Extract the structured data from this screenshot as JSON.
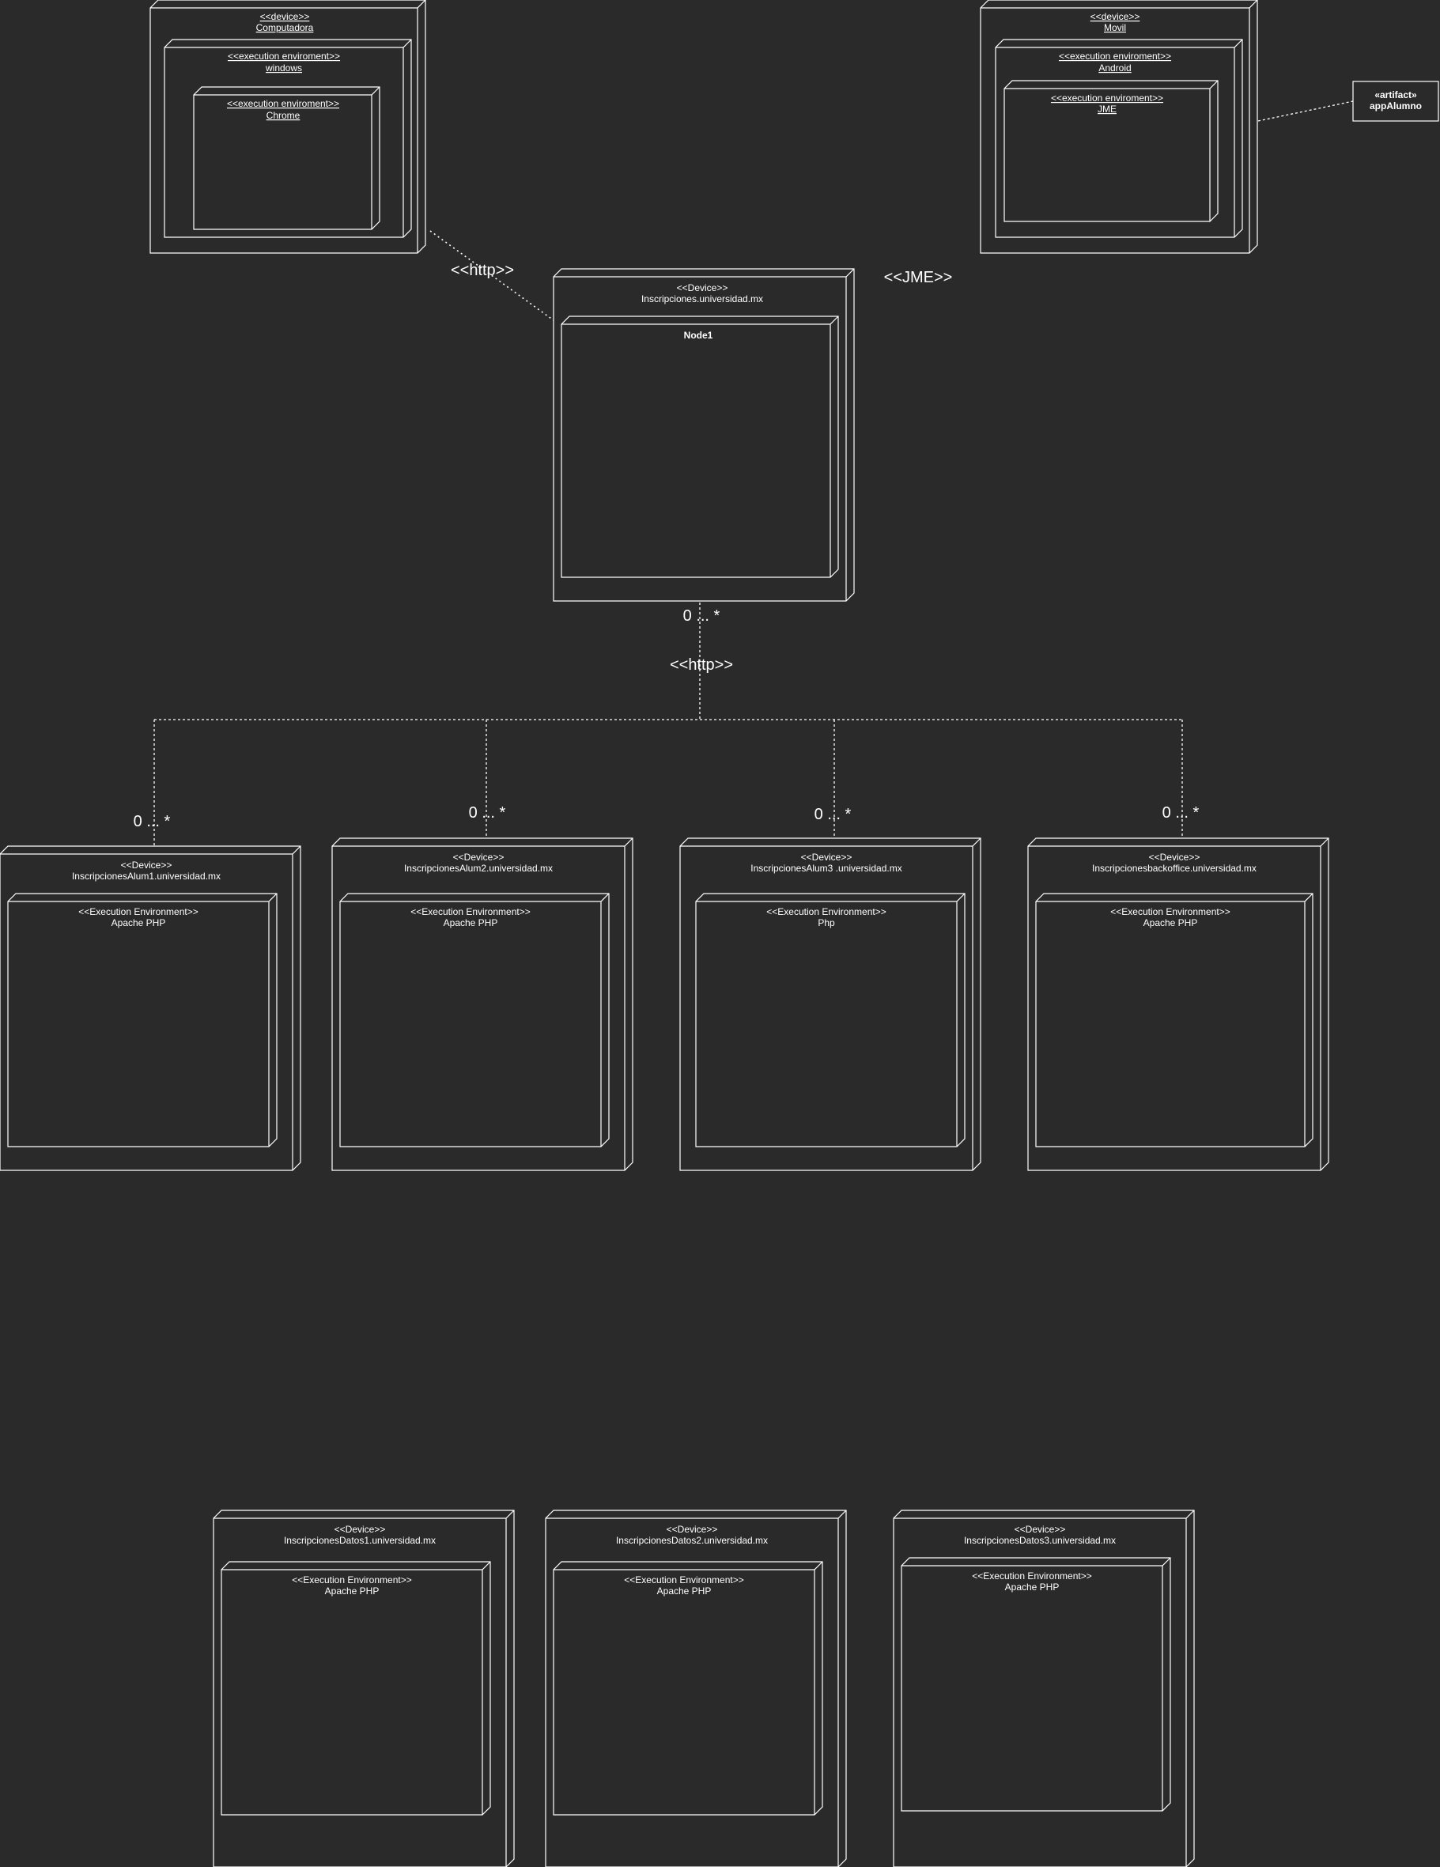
{
  "desktop": {
    "device": {
      "stereotype": "<<device>>",
      "name": "Computadora"
    },
    "os_env": {
      "stereotype": "<<execution enviroment>>",
      "name": "windows"
    },
    "browser_env": {
      "stereotype": "<<execution enviroment>>",
      "name": "Chrome"
    }
  },
  "mobile": {
    "device": {
      "stereotype": "<<device>>",
      "name": "Movil"
    },
    "os_env": {
      "stereotype": "<<execution enviroment>>",
      "name": "Android"
    },
    "runtime_env": {
      "stereotype": "<<execution enviroment>>",
      "name": "JME"
    }
  },
  "artifact": {
    "stereotype": "«artifact»",
    "name": "appAlumno"
  },
  "main_server": {
    "stereotype": "<<Device>>",
    "name": "Inscripciones.universidad.mx",
    "inner_node": "Node1"
  },
  "connections": {
    "desktop_protocol": "<<http>>",
    "mobile_protocol": "<<JME>>",
    "app_protocol": "<<http>>",
    "main_multiplicity": "0 ... *"
  },
  "app_servers": [
    {
      "stereotype": "<<Device>>",
      "name": "InscripcionesAlum1.universidad.mx",
      "env_stereotype": "<<Execution Environment>>",
      "env_name": "Apache PHP",
      "multiplicity": "0 ... *"
    },
    {
      "stereotype": "<<Device>>",
      "name": "InscripcionesAlum2.universidad.mx",
      "env_stereotype": "<<Execution Environment>>",
      "env_name": "Apache PHP",
      "multiplicity": "0 ... *"
    },
    {
      "stereotype": "<<Device>>",
      "name": "InscripcionesAlum3 .universidad.mx",
      "env_stereotype": "<<Execution Environment>>",
      "env_name": "Php",
      "multiplicity": "0 ... *"
    },
    {
      "stereotype": "<<Device>>",
      "name": "Inscripcionesbackoffice.universidad.mx",
      "env_stereotype": "<<Execution Environment>>",
      "env_name": "Apache PHP",
      "multiplicity": "0 ... *"
    }
  ],
  "data_servers": [
    {
      "stereotype": "<<Device>>",
      "name": "InscripcionesDatos1.universidad.mx",
      "env_stereotype": "<<Execution Environment>>",
      "env_name": "Apache PHP"
    },
    {
      "stereotype": "<<Device>>",
      "name": "InscripcionesDatos2.universidad.mx",
      "env_stereotype": "<<Execution Environment>>",
      "env_name": "Apache PHP"
    },
    {
      "stereotype": "<<Device>>",
      "name": "InscripcionesDatos3.universidad.mx",
      "env_stereotype": "<<Execution Environment>>",
      "env_name": "Apache PHP"
    }
  ]
}
